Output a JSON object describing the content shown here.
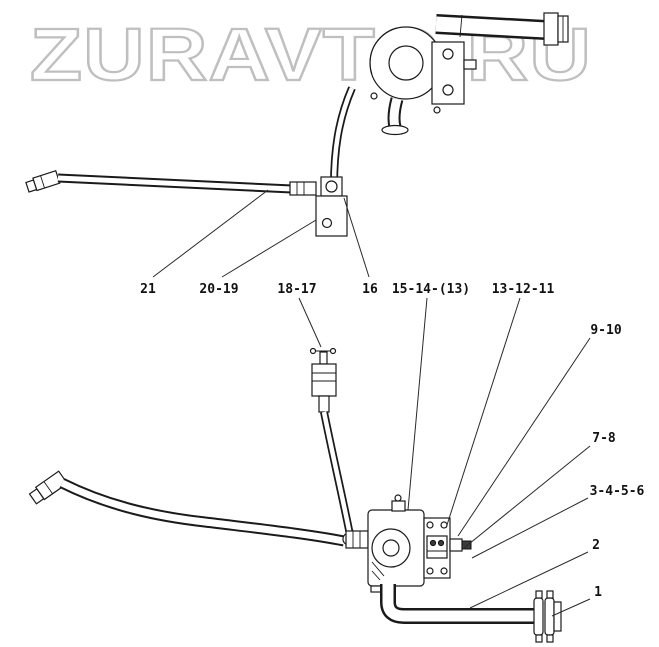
{
  "watermark": {
    "text": "ZURAVTO.RU",
    "color": "#bfbfbf"
  },
  "callouts": {
    "top_row": [
      "21",
      "20-19",
      "18-17",
      "16",
      "15-14-(13)",
      "13-12-11"
    ],
    "right_col": [
      "9-10",
      "7-8",
      "3-4-5-6",
      "2",
      "1"
    ]
  }
}
